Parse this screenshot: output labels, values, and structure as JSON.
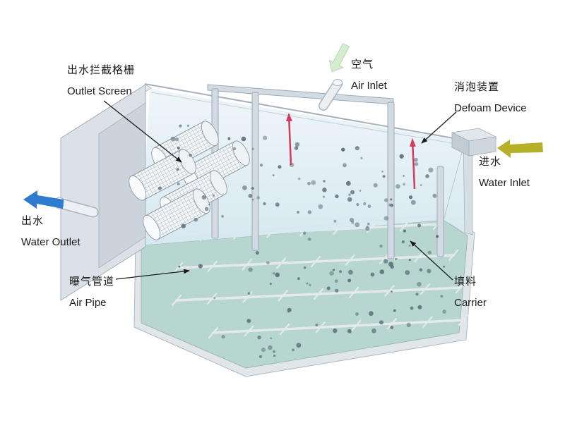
{
  "figure": {
    "type": "process-diagram",
    "subject": "MBBR wastewater treatment tank schematic",
    "labels": {
      "outlet_screen": {
        "zh": "出水拦截格栅",
        "en": "Outlet Screen"
      },
      "air_inlet": {
        "zh": "空气",
        "en": "Air Inlet"
      },
      "defoam_device": {
        "zh": "消泡装置",
        "en": "Defoam Device"
      },
      "water_inlet": {
        "zh": "进水",
        "en": "Water Inlet"
      },
      "water_outlet": {
        "zh": "出水",
        "en": "Water Outlet"
      },
      "air_pipe": {
        "zh": "曝气管道",
        "en": "Air Pipe"
      },
      "carrier": {
        "zh": "填料",
        "en": "Carrier"
      }
    },
    "colors": {
      "water_outlet_arrow": "#2e7cd0",
      "water_inlet_arrow": "#b6b028",
      "air_inlet_arrow": "#d6ecd1",
      "defoam_arrow": "#d23a5e",
      "water_surface": "#e3f0f7",
      "tank_floor": "#b7d6cf",
      "carrier_dot": "#5d6e79",
      "annotation": "#1a1a1a"
    },
    "dots": {
      "upper_count": 85,
      "lower_count": 70
    }
  }
}
